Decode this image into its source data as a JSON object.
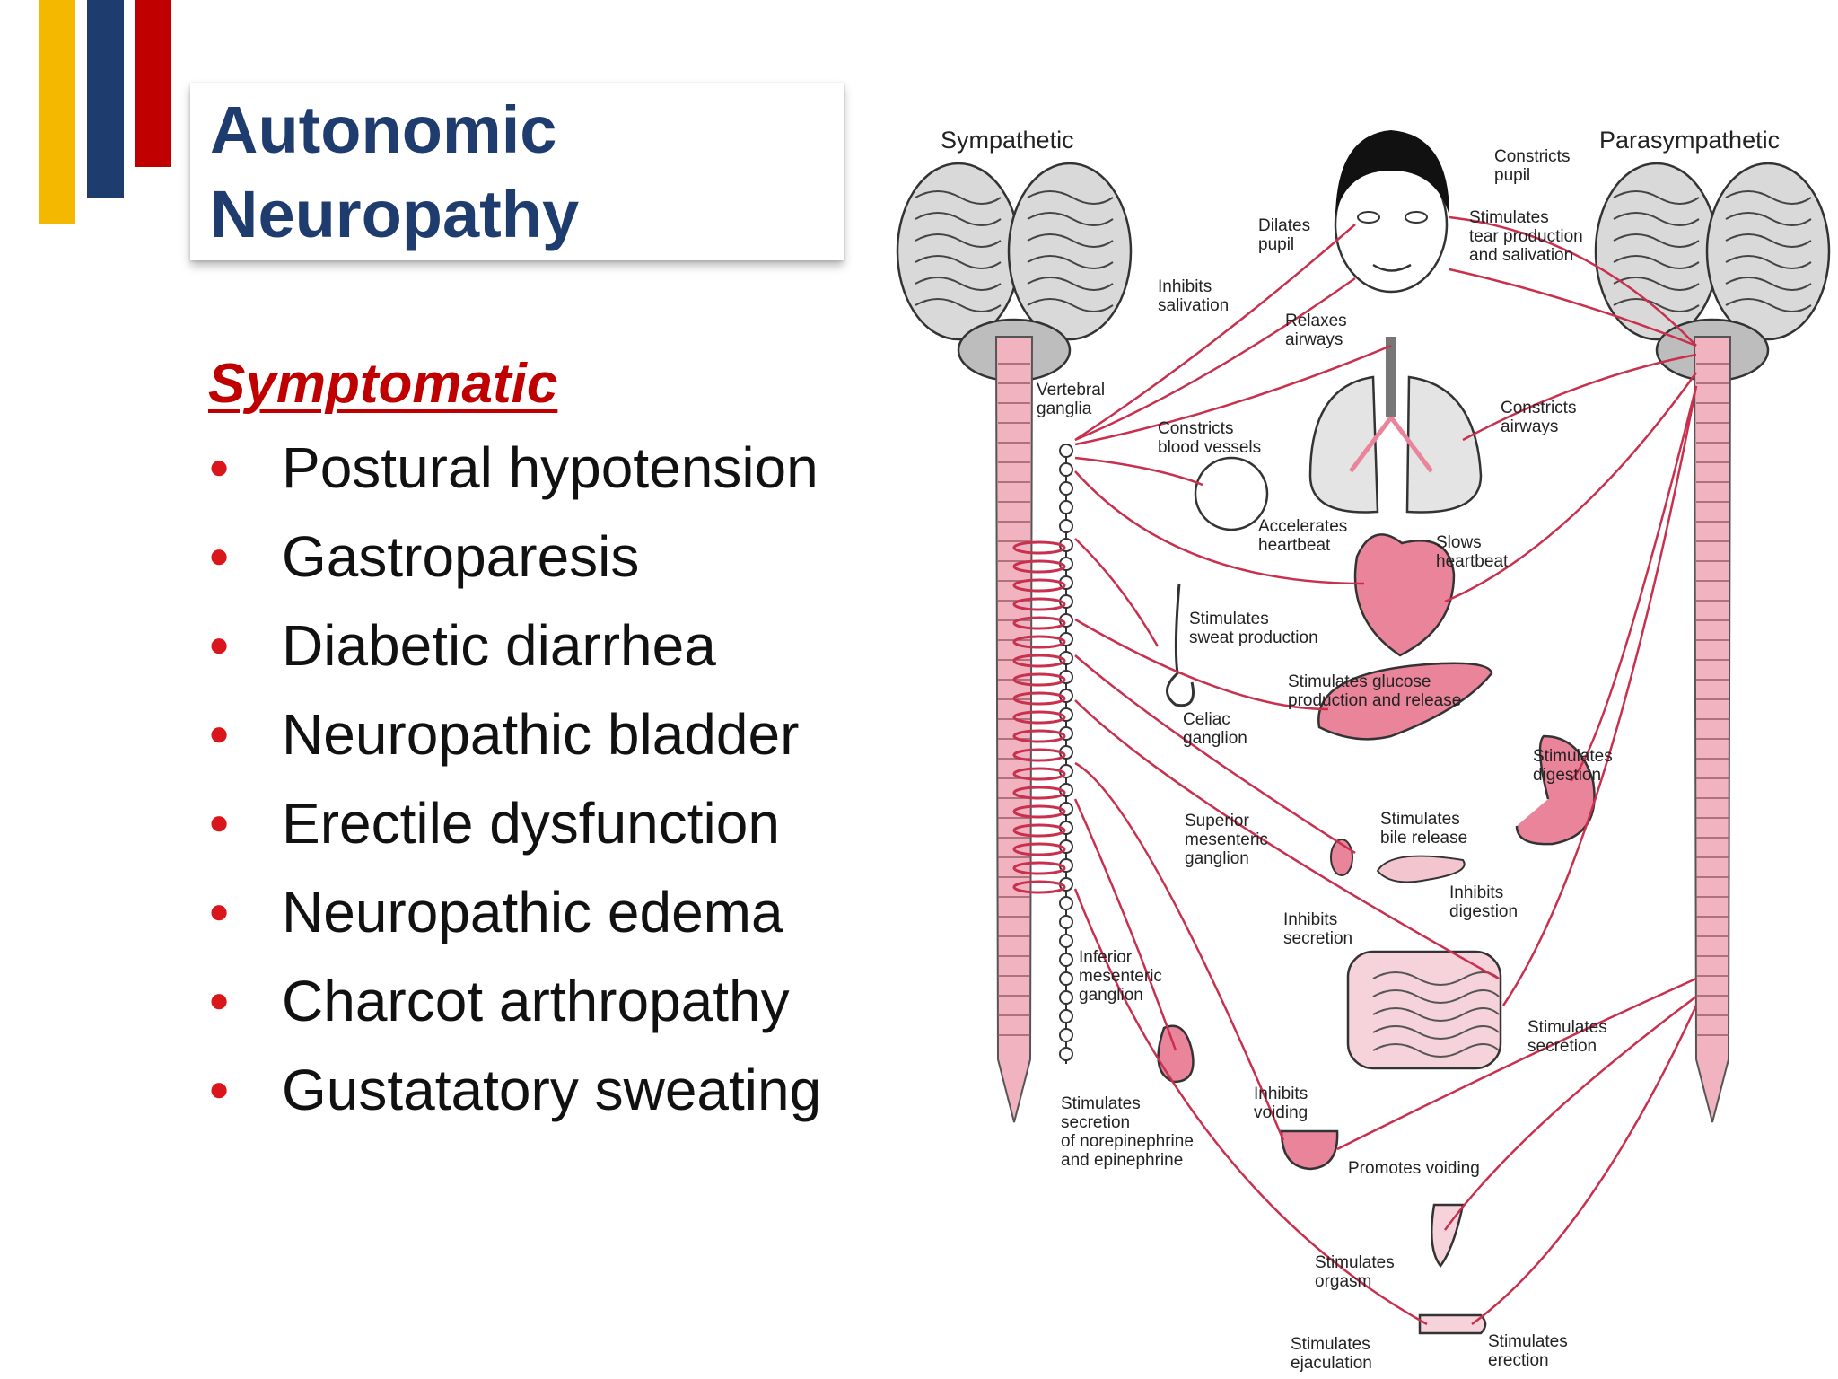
{
  "colors": {
    "accent_yellow": "#f5b800",
    "accent_blue": "#1f3c6e",
    "accent_red": "#c00000",
    "title": "#1f3c6e",
    "subhead": "#c00000",
    "bullet": "#d9161c",
    "nerve": "#c8304e",
    "organ_fill": "#e9849a",
    "cord_fill": "#f1b3c0"
  },
  "slide": {
    "title_lines": [
      "Autonomic",
      "Neuropathy"
    ],
    "subhead": "Symptomatic",
    "bullets": [
      "Postural hypotension",
      "Gastroparesis",
      "Diabetic diarrhea",
      "Neuropathic bladder",
      "Erectile dysfunction",
      "Neuropathic edema",
      "Charcot arthropathy",
      "Gustatatory sweating"
    ]
  },
  "diagram": {
    "header_sympathetic": "Sympathetic",
    "header_parasympathetic": "Parasympathetic",
    "labels": {
      "constricts_pupil": [
        "Constricts",
        "pupil"
      ],
      "dilates_pupil": [
        "Dilates",
        "pupil"
      ],
      "stimulates_tear": [
        "Stimulates",
        "tear production",
        "and salivation"
      ],
      "inhibits_salivation": [
        "Inhibits",
        "salivation"
      ],
      "relaxes_airways": [
        "Relaxes",
        "airways"
      ],
      "vertebral_ganglia": [
        "Vertebral",
        "ganglia"
      ],
      "constricts_blood_vessels": [
        "Constricts",
        "blood vessels"
      ],
      "constricts_airways": [
        "Constricts",
        "airways"
      ],
      "accelerates_heartbeat": [
        "Accelerates",
        "heartbeat"
      ],
      "slows_heartbeat": [
        "Slows",
        "heartbeat"
      ],
      "stimulates_sweat": [
        "Stimulates",
        "sweat production"
      ],
      "stimulates_glucose": [
        "Stimulates glucose",
        "production and release"
      ],
      "celiac_ganglion": [
        "Celiac",
        "ganglion"
      ],
      "stimulates_digestion": [
        "Stimulates",
        "digestion"
      ],
      "superior_mesenteric": [
        "Superior",
        "mesenteric",
        "ganglion"
      ],
      "stimulates_bile": [
        "Stimulates",
        "bile release"
      ],
      "inhibits_digestion": [
        "Inhibits",
        "digestion"
      ],
      "inhibits_secretion": [
        "Inhibits",
        "secretion"
      ],
      "inferior_mesenteric": [
        "Inferior",
        "mesenteric",
        "ganglion"
      ],
      "stimulates_secretion_right": [
        "Stimulates",
        "secretion"
      ],
      "stimulates_secretion_adrenal": [
        "Stimulates",
        "secretion",
        "of norepinephrine",
        "and epinephrine"
      ],
      "inhibits_voiding": [
        "Inhibits",
        "voiding"
      ],
      "promotes_voiding": [
        "Promotes voiding"
      ],
      "stimulates_orgasm": [
        "Stimulates",
        "orgasm"
      ],
      "stimulates_ejaculation": [
        "Stimulates",
        "ejaculation"
      ],
      "stimulates_erection": [
        "Stimulates",
        "erection"
      ]
    }
  }
}
